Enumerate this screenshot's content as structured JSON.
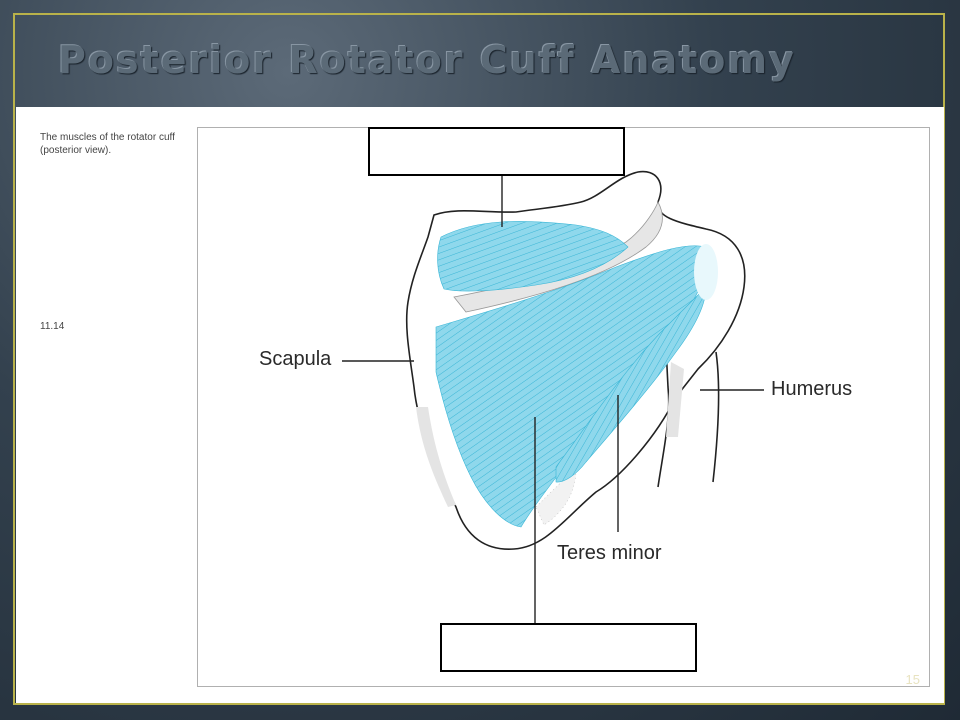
{
  "slide": {
    "title": "Posterior Rotator Cuff Anatomy",
    "page_number": "15"
  },
  "figure": {
    "caption": "The muscles of the rotator cuff (posterior view).",
    "figure_number": "11.14",
    "labels": {
      "scapula": "Scapula",
      "humerus": "Humerus",
      "teres_minor": "Teres minor"
    },
    "blank_labels": [
      "",
      ""
    ]
  },
  "colors": {
    "muscle": "#8fd8ec",
    "muscle_line": "#3ab6d6",
    "bone_outline": "#222222",
    "frame_border": "#b9b24a"
  }
}
